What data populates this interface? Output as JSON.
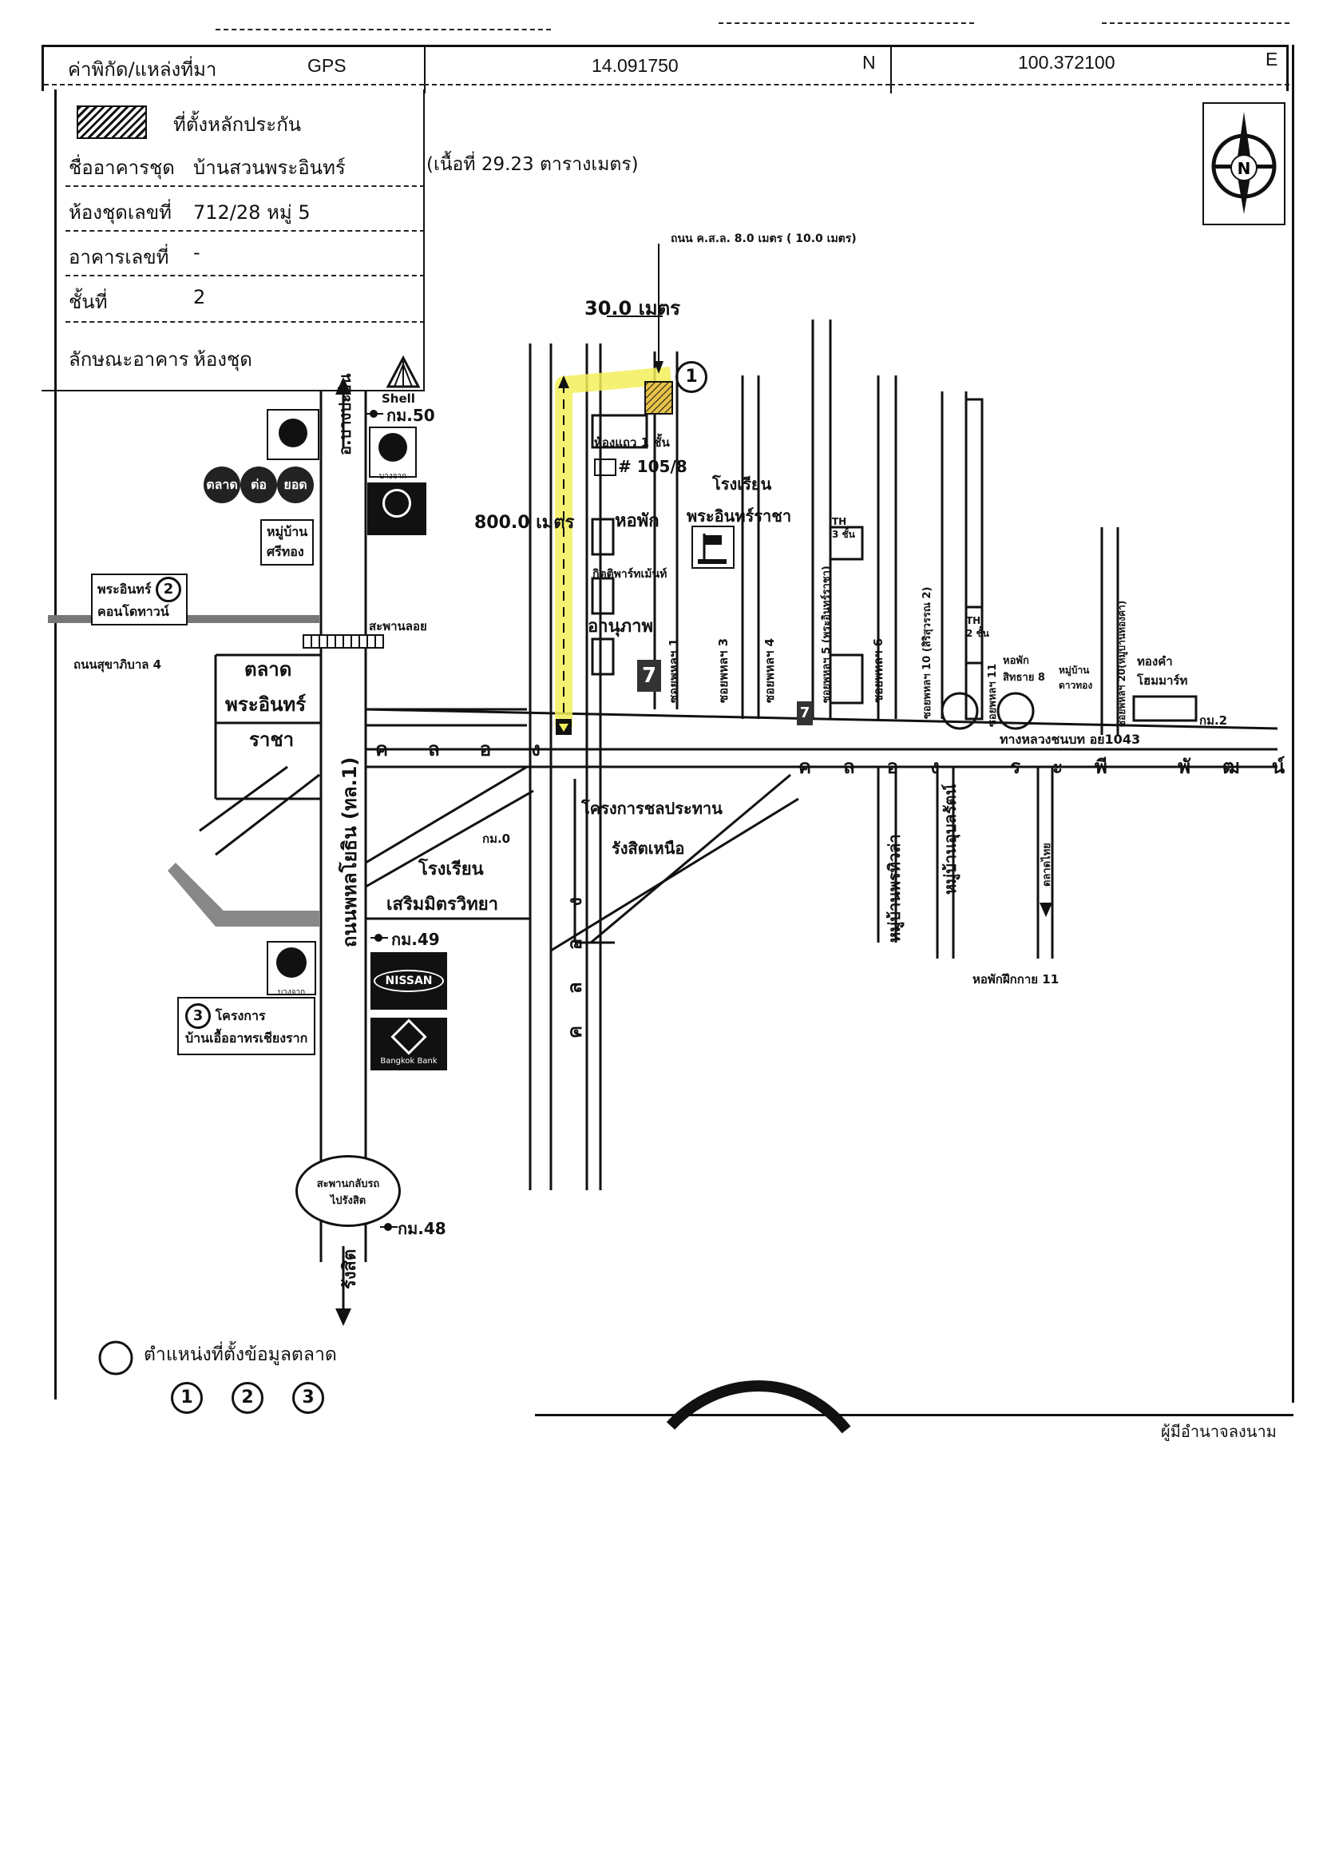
{
  "header": {
    "coord_label": "ค่าพิกัด/แหล่งที่มา",
    "source": "GPS",
    "lat": "14.091750",
    "lat_dir": "N",
    "lon": "100.372100",
    "lon_dir": "E"
  },
  "info": {
    "legend_label": "ที่ตั้งหลักประกัน",
    "rows": [
      {
        "label": "ชื่ออาคารชุด",
        "value": "บ้านสวนพระอินทร์"
      },
      {
        "label": "ห้องชุดเลขที่",
        "value": "712/28 หมู่ 5"
      },
      {
        "label": "อาคารเลขที่",
        "value": "-"
      },
      {
        "label": "ชั้นที่",
        "value": "2"
      }
    ],
    "type_label": "ลักษณะอาคาร",
    "type_value": "ห้องชุด",
    "area_note": "(เนื้อที่ 29.23 ตารางเมตร)"
  },
  "compass": {
    "letter": "N"
  },
  "map": {
    "road_width_note": "ถนน ค.ส.ล. 8.0 เมตร ( 10.0 เมตร)",
    "dist_30": "30.0 เมตร",
    "dist_800": "800.0 เมตร",
    "km50": "กม.50",
    "km49": "กม.49",
    "km48": "กม.48",
    "km0": "กม.0",
    "km2": "กม.2",
    "shell": "Shell",
    "bangchak": "บางจาก",
    "talad": [
      "ตลาด",
      "ต่อ",
      "ยอด"
    ],
    "mooban_srithong": [
      "หมู่บ้าน",
      "ศรีทอง"
    ],
    "prain_condo": [
      "พระอินทร์",
      "คอนโดทาวน์"
    ],
    "num2": "2",
    "num1": "1",
    "num3": "3",
    "sukhaphiban": "ถนนสุขาภิบาล 4",
    "talad_prain": [
      "ตลาด",
      "พระอินทร์",
      "ราชา"
    ],
    "bangpain": "อ.บางปะอิน",
    "phahon": "ถนนพหลโยธิน (ทล.1)",
    "saphan_loi": "สะพานลอย",
    "khlong": "คลอง",
    "rangsit": "รังสิต",
    "shop1": "ห้องแถว 1 ชั้น",
    "house_no": "# 105/8",
    "hor_puk": "หอพัก",
    "school_prain": [
      "โรงเรียน",
      "พระอินทร์ราชา"
    ],
    "kittipat": "กิตติพาร์ทเม้นท์",
    "arnupap": "อานุภาพ",
    "soi1": "ซอยพหลฯ 1",
    "soi3": "ซอยพหลฯ 3",
    "soi4": "ซอยพหลฯ 4",
    "soi5": "ซอยพหลฯ 5 (พระอินทร์ราชา)",
    "soi6": "ซอยพหลฯ 6",
    "soi10": "ซอยพหลฯ 10 (สิริสุวรรณ 2)",
    "soi11": "ซอยพหลฯ 11",
    "soi20": "ซอยพหลฯ 20(หมู่บ้านทองคำ)",
    "th2": [
      "TH",
      "2 ชั้น"
    ],
    "th3": [
      "TH",
      "3 ชั้น"
    ],
    "horpuk_sitthai": [
      "หอพัก",
      "สิทธาย 8"
    ],
    "mooban_dangthong": [
      "หมู่บ้าน",
      "ดาวทอง"
    ],
    "thongkam": [
      "ทองคำ",
      "โฮมมาร์ท"
    ],
    "highway": "ทางหลวงชนบท อย1043",
    "khlong_rapee": "คลอง ระพี พัฒน์",
    "project_chonprathan": [
      "โครงการชลประทาน",
      "รังสิตเหนือ"
    ],
    "school_serm": [
      "โรงเรียน",
      "เสริมมิตรวิทยา"
    ],
    "mooban_pornthiwa": "หมู่บ้านพรทิวล่า",
    "mooban_ubonrat": "หมู่บ้านอุบลรัตน์",
    "talad_thai": "ตลาดไทย",
    "horpuk_fukkai": "หอพักฝึกกาย 11",
    "nissan": "NISSAN",
    "bangkokbank": "Bangkok Bank",
    "project3": [
      "โครงการ",
      "บ้านเอื้ออาทรเชียงราก"
    ],
    "bridge": [
      "สะพานกลับรถ",
      "ไปรังสิต"
    ],
    "khlong_vertical": "คลอง"
  },
  "footer": {
    "market_note": "ตำแหน่งที่ตั้งข้อมูลตลาด",
    "markers": [
      "1",
      "2",
      "3"
    ],
    "signature_label": "ผู้มีอำนาจลงนาม"
  }
}
